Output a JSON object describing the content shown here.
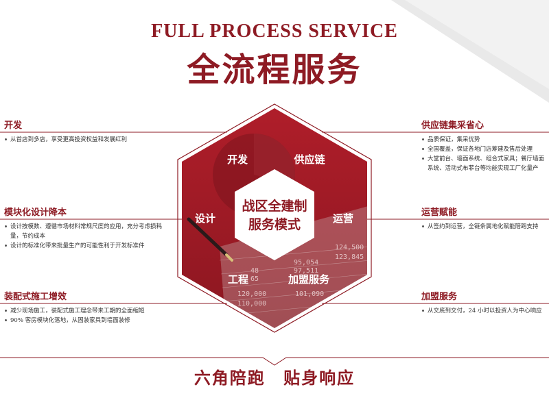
{
  "header": {
    "title_en": "FULL PROCESS SERVICE",
    "title_cn": "全流程服务"
  },
  "hexagon": {
    "center_line1": "战区全建制",
    "center_line2": "服务模式",
    "stages": [
      "开发",
      "供应链",
      "运营",
      "加盟服务",
      "工程",
      "设计"
    ],
    "background_figures": [
      "124,500",
      "123,845",
      "95,054",
      "97,511",
      "120,000",
      "101,090",
      "110,000",
      "48",
      "65"
    ]
  },
  "left_sections": [
    {
      "title": "开发",
      "items": [
        "从首店到多店，享受更高投资权益和发展红利"
      ]
    },
    {
      "title": "模块化设计降本",
      "items": [
        "设计按模数、遵循市场材料常规尺度的应用，充分考虑损耗量，节约成本",
        "设计的标准化带来批量生产的可能性利于开发标准件"
      ]
    },
    {
      "title": "装配式施工增效",
      "items": [
        "减少现场施工，装配式施工理念带来工期的全面缩短",
        "90% 客房模块化落地，从固装家具到墙面装修"
      ]
    }
  ],
  "right_sections": [
    {
      "title": "供应链集采省心",
      "items": [
        "品质保证，集采优势",
        "全国覆盖，保证各地门店筹建及售后处理",
        "大堂前台、墙面系统、组合式家具；餐厅墙面系统、活动式布菲台等均能实现工厂化量产"
      ]
    },
    {
      "title": "运营赋能",
      "items": [
        "从签约到运营，全链条属地化赋能陪跑支持"
      ]
    },
    {
      "title": "加盟服务",
      "items": [
        "从交底到交付，24 小时以投资人为中心响应"
      ]
    }
  ],
  "footer": {
    "slogan": "六角陪跑  贴身响应"
  },
  "colors": {
    "accent": "#8e1b24",
    "accent_dark": "#6e1019",
    "corner_gray": "#e6e6e6"
  }
}
